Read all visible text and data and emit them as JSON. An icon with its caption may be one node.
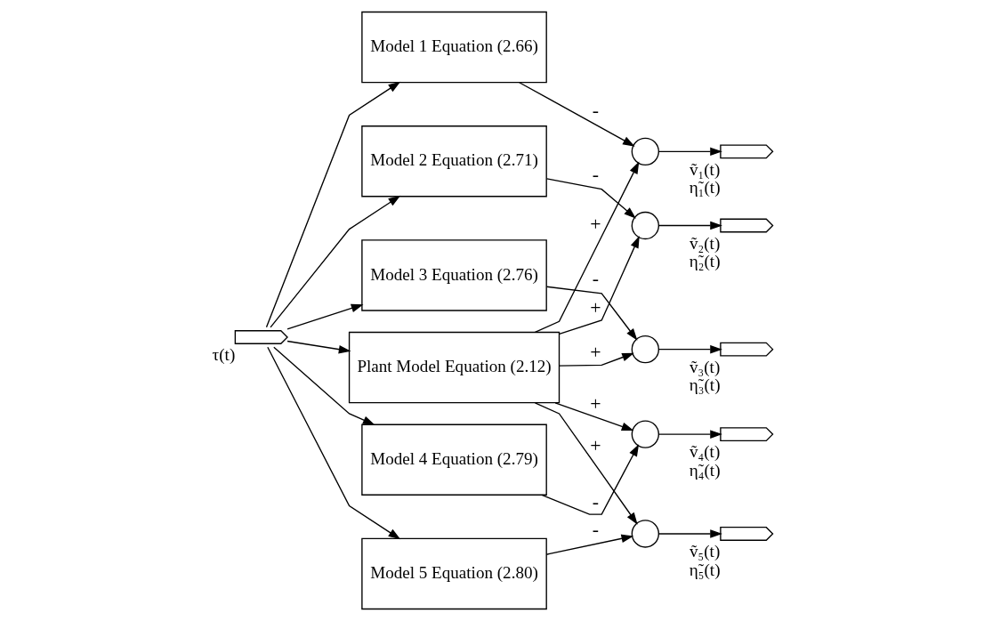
{
  "diagram": {
    "nodes": [
      {
        "text": [],
        "shape": "pentagon",
        "beside": [
          "τ(t)"
        ]
      },
      {
        "text": [
          "Plant Model Equation (2.12)"
        ]
      },
      {
        "text": [
          "Model 1 Equation (2.66)"
        ]
      },
      {
        "text": [
          "Model 2 Equation (2.71)"
        ]
      },
      {
        "text": [
          "Model 3 Equation (2.76)"
        ]
      },
      {
        "text": [
          "Model 4 Equation (2.79)"
        ]
      },
      {
        "text": [
          "Model 5 Equation (2.80)"
        ]
      },
      {
        "text": [],
        "shape": "circle"
      },
      {
        "text": [],
        "shape": "circle"
      },
      {
        "text": [],
        "shape": "circle"
      },
      {
        "text": [],
        "shape": "circle"
      },
      {
        "text": [],
        "shape": "circle"
      },
      {
        "text": [],
        "shape": "pentagon",
        "beside": [
          "ṽ₁(t)",
          "η̃₁(t)"
        ]
      },
      {
        "text": [],
        "shape": "pentagon",
        "beside": [
          "ṽ₂(t)",
          "η̃₂(t)"
        ]
      },
      {
        "text": [],
        "shape": "pentagon",
        "beside": [
          "ṽ₃(t)",
          "η̃₃(t)"
        ]
      },
      {
        "text": [],
        "shape": "pentagon",
        "beside": [
          "ṽ₄(t)",
          "η̃₄(t)"
        ]
      },
      {
        "text": [],
        "shape": "pentagon",
        "beside": [
          "ṽ₅(t)",
          "η̃₅(t)"
        ]
      }
    ],
    "edges": [
      {
        "from": 0,
        "to": 1,
        "arrow": "to"
      },
      {
        "from": 0,
        "to": 2,
        "arrow": "to"
      },
      {
        "from": 0,
        "to": 3,
        "arrow": "to"
      },
      {
        "from": 0,
        "to": 4,
        "arrow": "to"
      },
      {
        "from": 0,
        "to": 5,
        "arrow": "to"
      },
      {
        "from": 0,
        "to": 6,
        "arrow": "to"
      },
      {
        "from": 1,
        "to": 7,
        "arrow": "to",
        "label": "+"
      },
      {
        "from": 2,
        "to": 7,
        "arrow": "to",
        "label": "-"
      },
      {
        "from": 1,
        "to": 8,
        "arrow": "to",
        "label": "+"
      },
      {
        "from": 3,
        "to": 8,
        "arrow": "to",
        "label": "-"
      },
      {
        "from": 1,
        "to": 9,
        "arrow": "to",
        "label": "+"
      },
      {
        "from": 4,
        "to": 9,
        "arrow": "to",
        "label": "-"
      },
      {
        "from": 1,
        "to": 10,
        "arrow": "to",
        "label": "+"
      },
      {
        "from": 5,
        "to": 10,
        "arrow": "to",
        "label": "-"
      },
      {
        "from": 1,
        "to": 11,
        "arrow": "to",
        "label": "+"
      },
      {
        "from": 6,
        "to": 11,
        "arrow": "to",
        "label": "-"
      },
      {
        "from": 7,
        "to": 12,
        "arrow": "to"
      },
      {
        "from": 8,
        "to": 13,
        "arrow": "to"
      },
      {
        "from": 9,
        "to": 14,
        "arrow": "to"
      },
      {
        "from": 10,
        "to": 15,
        "arrow": "to"
      },
      {
        "from": 11,
        "to": 16,
        "arrow": "to"
      }
    ]
  }
}
